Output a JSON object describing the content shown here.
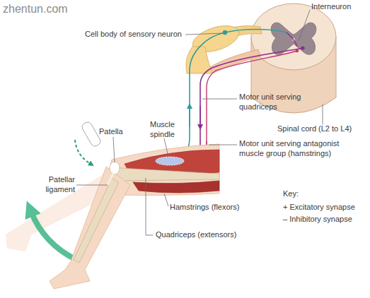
{
  "diagram": {
    "labels": [
      "zhentun.com",
      "Interneuron",
      "Cell body of sensory neuron",
      "Motor unit serving quadriceps",
      "Spinal cord (L2 to L4)",
      "Motor unit serving antagonist muscle group (hamstrings)",
      "Key:",
      "Muscle spindle",
      "Patella",
      "Patellar ligament",
      "Hamstrings (flexors)",
      "Quadriceps (extensors)"
    ],
    "legend": [
      {
        "text": "+ Excitatory synapse"
      },
      {
        "text": "– Inhibitory synapse"
      }
    ]
  }
}
